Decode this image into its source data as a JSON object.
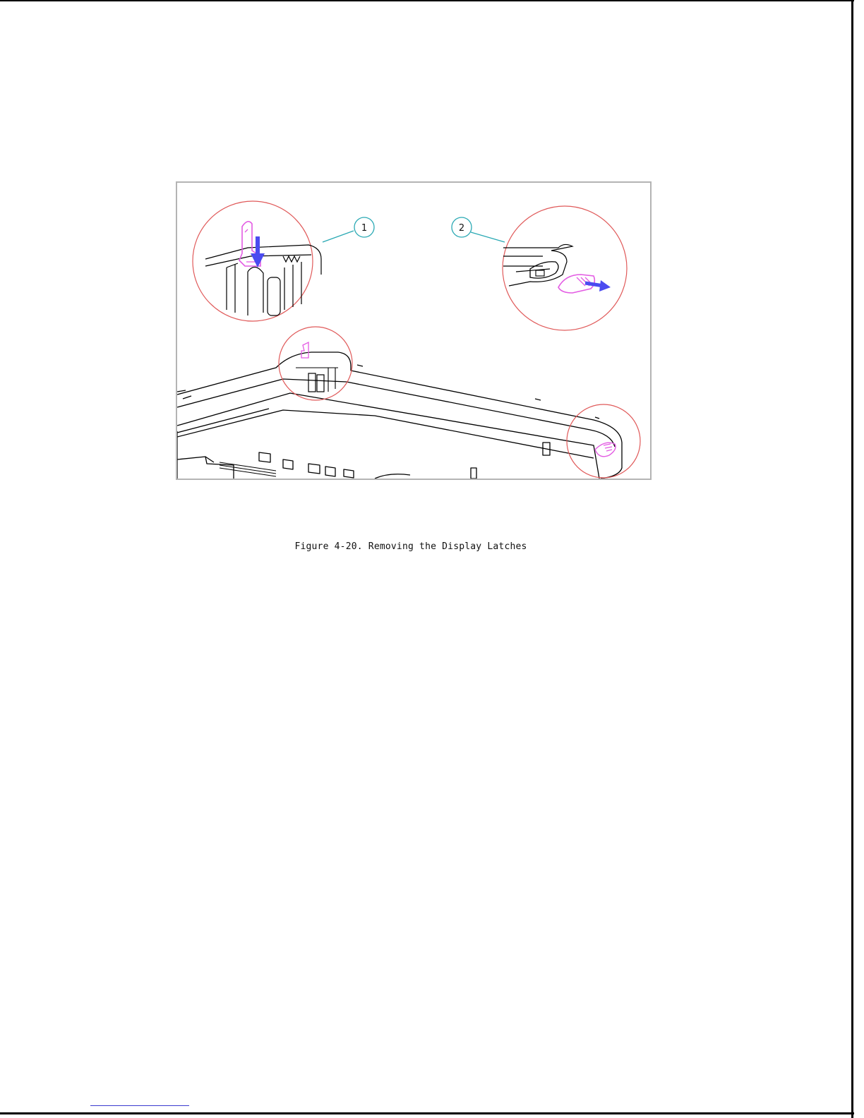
{
  "figure": {
    "caption": "Figure 4-20. Removing the Display Latches",
    "callouts": [
      "1",
      "2"
    ],
    "colors": {
      "outline": "#000000",
      "detail_circle": "#e05a5a",
      "callout": "#2aa9b4",
      "latch_part": "#e35be3",
      "direction_arrow": "#4b4bf0",
      "frame": "#b4b4b4"
    }
  }
}
